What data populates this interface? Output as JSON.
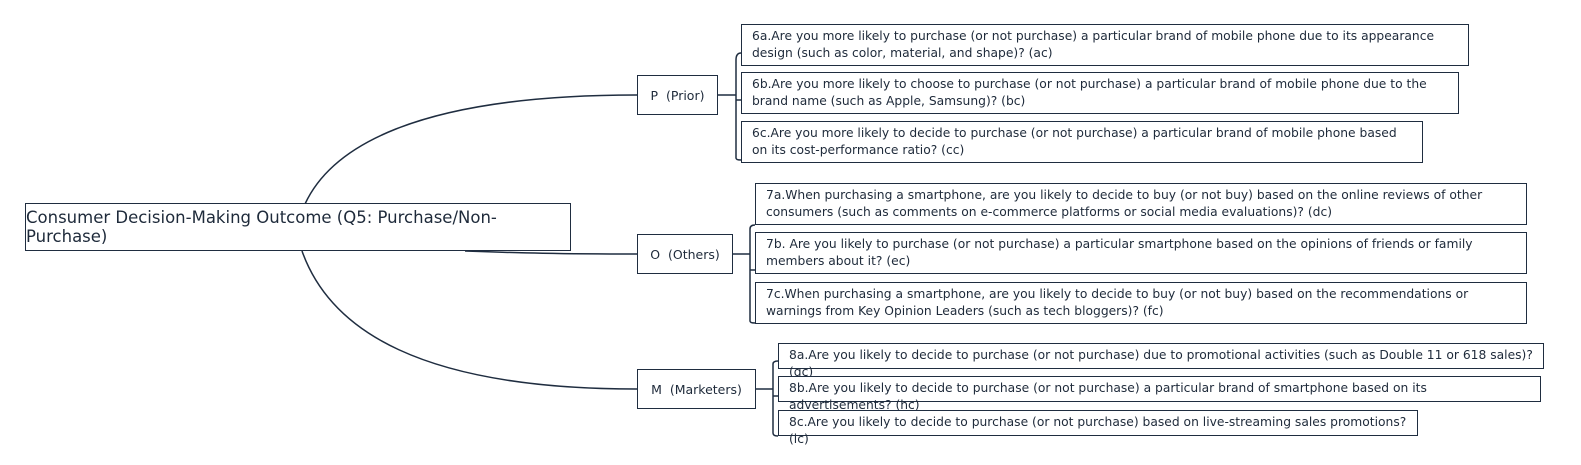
{
  "root": {
    "label": "Consumer Decision-Making Outcome (Q5: Purchase/Non-Purchase)"
  },
  "branches": [
    {
      "label": "P  (Prior)",
      "questions": [
        "6a.Are you more likely to purchase (or not purchase) a particular brand of mobile phone due to its appearance design (such as color, material, and shape)?  (ac)",
        "6b.Are you more likely to choose to purchase (or not purchase) a particular brand of mobile phone due to the brand name (such as Apple, Samsung)?  (bc)",
        "6c.Are you more likely to decide to purchase (or not purchase) a particular brand of mobile phone based on its cost-performance ratio?  (cc)"
      ]
    },
    {
      "label": "O  (Others)",
      "questions": [
        "7a.When purchasing a smartphone, are you likely to decide to buy (or not buy) based on the online reviews of other consumers (such as comments on e-commerce platforms or social media evaluations)?  (dc)",
        "7b. Are you likely to purchase (or not purchase) a particular smartphone based on the opinions of friends or family members about it? (ec)",
        "7c.When purchasing a smartphone, are you likely to decide to buy (or not buy) based on the recommendations or warnings from Key Opinion Leaders (such as tech bloggers)? (fc)"
      ]
    },
    {
      "label": "M  (Marketers)",
      "questions": [
        "8a.Are you likely to decide to purchase (or not purchase) due to promotional activities (such as Double 11 or 618 sales)? (gc)",
        "8b.Are you likely to decide to purchase (or not purchase) a particular brand of smartphone based on its advertisements? (hc)",
        "8c.Are you likely to decide to purchase (or not purchase) based on live-streaming sales promotions? (ic)"
      ]
    }
  ]
}
